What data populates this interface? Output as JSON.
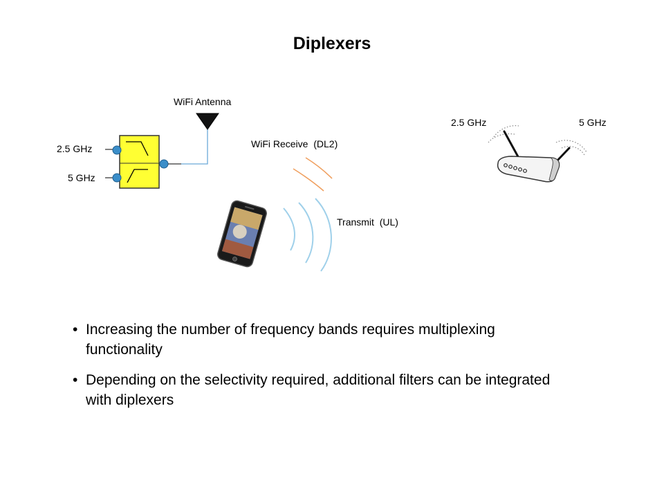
{
  "slide": {
    "title": "Diplexers"
  },
  "diagram": {
    "diplexer_inputs": {
      "low_band_label": "2.5 GHz",
      "high_band_label": "5 GHz"
    },
    "antenna_label": "WiFi Antenna",
    "receive_label": "WiFi Receive  (DL2)",
    "transmit_label": "Transmit  (UL)",
    "router_bands": {
      "left_label": "2.5 GHz",
      "right_label": "5 GHz"
    },
    "colors": {
      "diplexer_fill": "#ffff33",
      "port": "#3b8ec9",
      "antenna_feed": "#6aa9d8",
      "receive_waves": "#f0a060",
      "transmit_waves": "#9fd0ea"
    }
  },
  "bullets": [
    "Increasing the number of frequency bands requires multiplexing functionality",
    "Depending on the selectivity required, additional filters can be integrated with diplexers"
  ]
}
